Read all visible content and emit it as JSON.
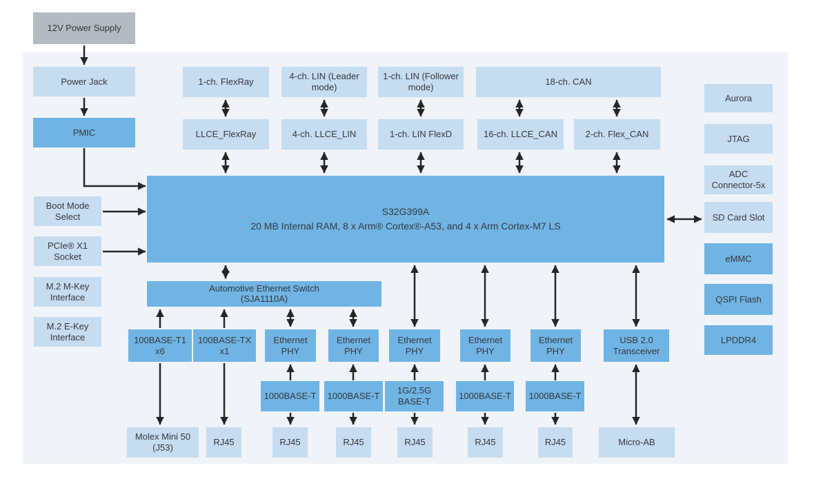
{
  "colors": {
    "box_light": "#c6dcf0",
    "box_medium": "#70b4e4",
    "box_gray": "#b4bac1",
    "panel_bg": "#f0f3f7",
    "arrow": "#262626"
  },
  "nodes": {
    "power_supply": {
      "label": "12V Power Supply"
    },
    "power_jack": {
      "label": "Power Jack"
    },
    "pmic": {
      "label": "PMIC"
    },
    "boot_mode": {
      "label": "Boot Mode Select"
    },
    "pcie": {
      "label": "PCIe® X1 Socket"
    },
    "m2_mkey": {
      "label": "M.2 M-Key Interface"
    },
    "m2_ekey": {
      "label": "M.2 E-Key Interface"
    },
    "flexray_1ch": {
      "label": "1-ch. FlexRay"
    },
    "lin_leader": {
      "label": "4-ch. LIN (Leader mode)"
    },
    "lin_follower": {
      "label": "1-ch. LIN (Follower mode)"
    },
    "can_18ch": {
      "label": "18-ch. CAN"
    },
    "llce_flexray": {
      "label": "LLCE_FlexRay"
    },
    "llce_lin": {
      "label": "4-ch. LLCE_LIN"
    },
    "lin_flexd": {
      "label": "1-ch. LIN FlexD"
    },
    "llce_can": {
      "label": "16-ch. LLCE_CAN"
    },
    "flex_can": {
      "label": "2-ch. Flex_CAN"
    },
    "soc": {
      "title": "S32G399A",
      "subtitle": "20 MB Internal RAM, 8 x Arm® Cortex®-A53, and 4 x Arm Cortex-M7 LS"
    },
    "aurora": {
      "label": "Aurora"
    },
    "jtag": {
      "label": "JTAG"
    },
    "adc": {
      "label": "ADC Connector-5x"
    },
    "sd_card": {
      "label": "SD Card Slot"
    },
    "emmc": {
      "label": "eMMC"
    },
    "qspi": {
      "label": "QSPI Flash"
    },
    "lpddr4": {
      "label": "LPDDR4"
    },
    "eth_switch": {
      "line1": "Automotive Ethernet Switch",
      "line2": "(SJA1110A)"
    },
    "base_t1": {
      "label": "100BASE-T1 x6"
    },
    "base_tx": {
      "label": "100BASE-TX x1"
    },
    "phy1": {
      "label": "Ethernet PHY"
    },
    "phy2": {
      "label": "Ethernet PHY"
    },
    "phy3": {
      "label": "Ethernet PHY"
    },
    "phy4": {
      "label": "Ethernet PHY"
    },
    "phy5": {
      "label": "Ethernet PHY"
    },
    "usb": {
      "label": "USB 2.0 Transceiver"
    },
    "bt1": {
      "label": "1000BASE-T"
    },
    "bt2": {
      "label": "1000BASE-T"
    },
    "bt3": {
      "label": "1G/2.5G BASE-T"
    },
    "bt4": {
      "label": "1000BASE-T"
    },
    "bt5": {
      "label": "1000BASE-T"
    },
    "molex": {
      "label": "Molex Mini 50 (J53)"
    },
    "rj45_1": {
      "label": "RJ45"
    },
    "rj45_2": {
      "label": "RJ45"
    },
    "rj45_3": {
      "label": "RJ45"
    },
    "rj45_4": {
      "label": "RJ45"
    },
    "rj45_5": {
      "label": "RJ45"
    },
    "rj45_6": {
      "label": "RJ45"
    },
    "micro_ab": {
      "label": "Micro-AB"
    }
  },
  "edges": [
    {
      "from": "power_supply",
      "to": "power_jack",
      "bidirectional": false
    },
    {
      "from": "power_jack",
      "to": "pmic",
      "bidirectional": false
    },
    {
      "from": "pmic",
      "to": "soc",
      "bidirectional": false
    },
    {
      "from": "boot_mode",
      "to": "soc",
      "bidirectional": false
    },
    {
      "from": "pcie",
      "to": "soc",
      "bidirectional": false
    },
    {
      "from": "flexray_1ch",
      "to": "llce_flexray",
      "bidirectional": true
    },
    {
      "from": "lin_leader",
      "to": "llce_lin",
      "bidirectional": true
    },
    {
      "from": "lin_follower",
      "to": "lin_flexd",
      "bidirectional": true
    },
    {
      "from": "can_18ch",
      "to": "llce_can",
      "bidirectional": true
    },
    {
      "from": "can_18ch",
      "to": "flex_can",
      "bidirectional": true
    },
    {
      "from": "llce_flexray",
      "to": "soc",
      "bidirectional": true
    },
    {
      "from": "llce_lin",
      "to": "soc",
      "bidirectional": true
    },
    {
      "from": "lin_flexd",
      "to": "soc",
      "bidirectional": true
    },
    {
      "from": "llce_can",
      "to": "soc",
      "bidirectional": true
    },
    {
      "from": "flex_can",
      "to": "soc",
      "bidirectional": true
    },
    {
      "from": "soc",
      "to": "sd_card",
      "bidirectional": true
    },
    {
      "from": "soc",
      "to": "eth_switch",
      "bidirectional": true
    },
    {
      "from": "eth_switch",
      "to": "phy1",
      "bidirectional": true
    },
    {
      "from": "eth_switch",
      "to": "phy2",
      "bidirectional": true
    },
    {
      "from": "soc",
      "to": "phy3",
      "bidirectional": true
    },
    {
      "from": "soc",
      "to": "phy4",
      "bidirectional": true
    },
    {
      "from": "soc",
      "to": "phy5",
      "bidirectional": true
    },
    {
      "from": "soc",
      "to": "usb",
      "bidirectional": true
    },
    {
      "from": "base_t1",
      "to": "eth_switch",
      "bidirectional": false
    },
    {
      "from": "base_tx",
      "to": "eth_switch",
      "bidirectional": false
    },
    {
      "from": "bt1",
      "to": "phy1",
      "bidirectional": false
    },
    {
      "from": "bt2",
      "to": "phy2",
      "bidirectional": false
    },
    {
      "from": "bt3",
      "to": "phy3",
      "bidirectional": false
    },
    {
      "from": "bt4",
      "to": "phy4",
      "bidirectional": false
    },
    {
      "from": "bt5",
      "to": "phy5",
      "bidirectional": false
    },
    {
      "from": "base_t1",
      "to": "molex",
      "bidirectional": false
    },
    {
      "from": "base_tx",
      "to": "rj45_1",
      "bidirectional": false
    },
    {
      "from": "bt1",
      "to": "rj45_2",
      "bidirectional": false
    },
    {
      "from": "bt2",
      "to": "rj45_3",
      "bidirectional": false
    },
    {
      "from": "bt3",
      "to": "rj45_4",
      "bidirectional": false
    },
    {
      "from": "bt4",
      "to": "rj45_5",
      "bidirectional": false
    },
    {
      "from": "bt5",
      "to": "rj45_6",
      "bidirectional": false
    },
    {
      "from": "usb",
      "to": "micro_ab",
      "bidirectional": true
    }
  ]
}
